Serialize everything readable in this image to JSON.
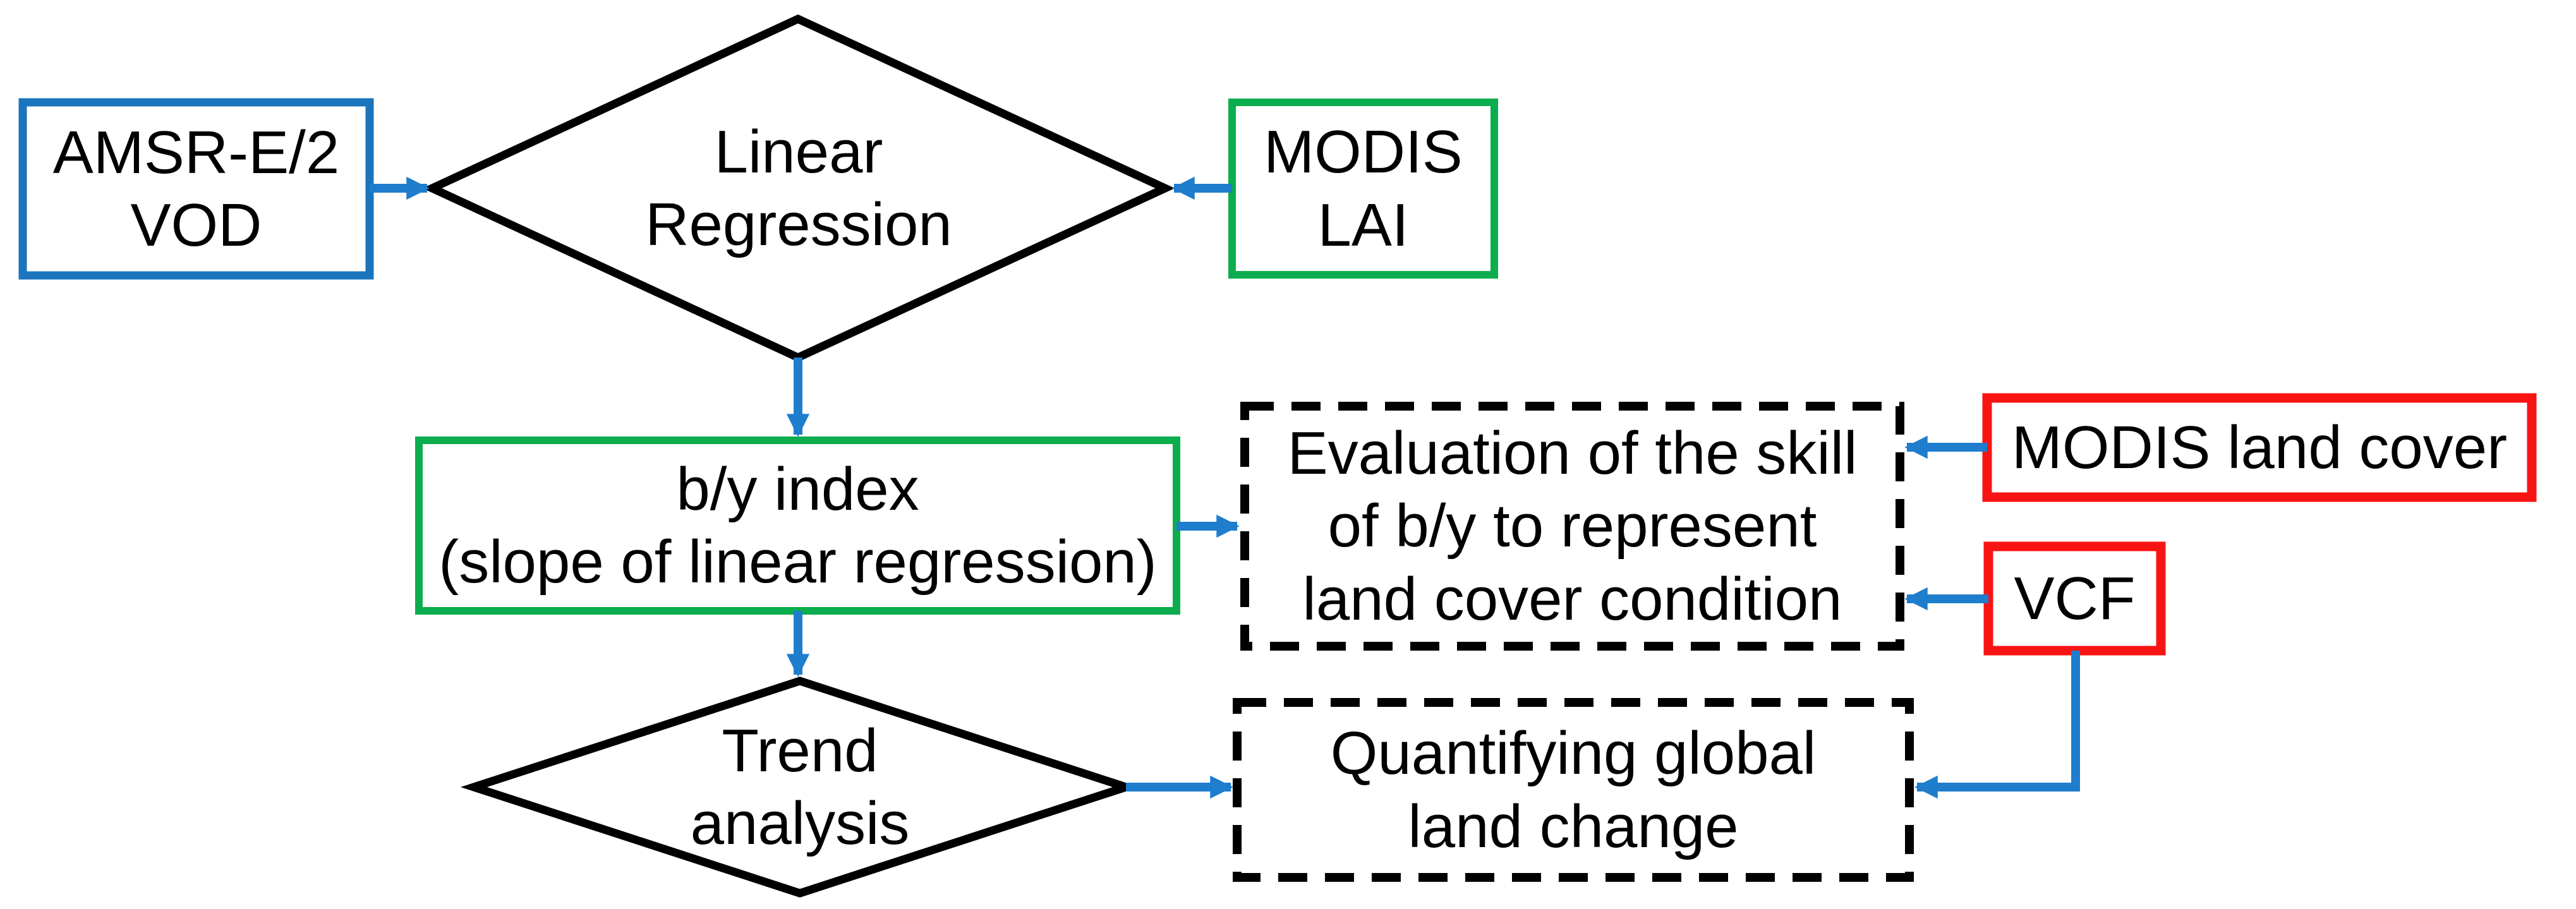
{
  "diagram": {
    "type": "flowchart",
    "colors": {
      "box_blue": "#1B75BC",
      "arrow_blue": "#1E7DCC",
      "box_green": "#0CAD4E",
      "box_red": "#F91414",
      "shape_black": "#000000",
      "background": "#FFFFFF",
      "text": "#000000"
    },
    "nodes": {
      "amsr_vod": {
        "label": "AMSR-E/2\nVOD",
        "shape": "rect",
        "border": "blue"
      },
      "linear_regression": {
        "label": "Linear\nRegression",
        "shape": "diamond",
        "border": "black"
      },
      "modis_lai": {
        "label": "MODIS\nLAI",
        "shape": "rect",
        "border": "green"
      },
      "by_index": {
        "label": "b/y index\n(slope of linear regression)",
        "shape": "rect",
        "border": "green"
      },
      "evaluation": {
        "label": "Evaluation of the skill\nof b/y to represent\nland cover condition",
        "shape": "dashed-rect",
        "border": "black-dashed"
      },
      "modis_land_cover": {
        "label": "MODIS land cover",
        "shape": "rect",
        "border": "red"
      },
      "vcf": {
        "label": "VCF",
        "shape": "rect",
        "border": "red"
      },
      "trend_analysis": {
        "label": "Trend\nanalysis",
        "shape": "diamond",
        "border": "black"
      },
      "quantifying": {
        "label": "Quantifying global\nland change",
        "shape": "dashed-rect",
        "border": "black-dashed"
      }
    },
    "edges": [
      {
        "from": "amsr_vod",
        "to": "linear_regression"
      },
      {
        "from": "modis_lai",
        "to": "linear_regression"
      },
      {
        "from": "linear_regression",
        "to": "by_index"
      },
      {
        "from": "by_index",
        "to": "evaluation"
      },
      {
        "from": "by_index",
        "to": "trend_analysis"
      },
      {
        "from": "modis_land_cover",
        "to": "evaluation"
      },
      {
        "from": "vcf",
        "to": "evaluation"
      },
      {
        "from": "trend_analysis",
        "to": "quantifying"
      },
      {
        "from": "vcf",
        "to": "quantifying"
      }
    ]
  }
}
